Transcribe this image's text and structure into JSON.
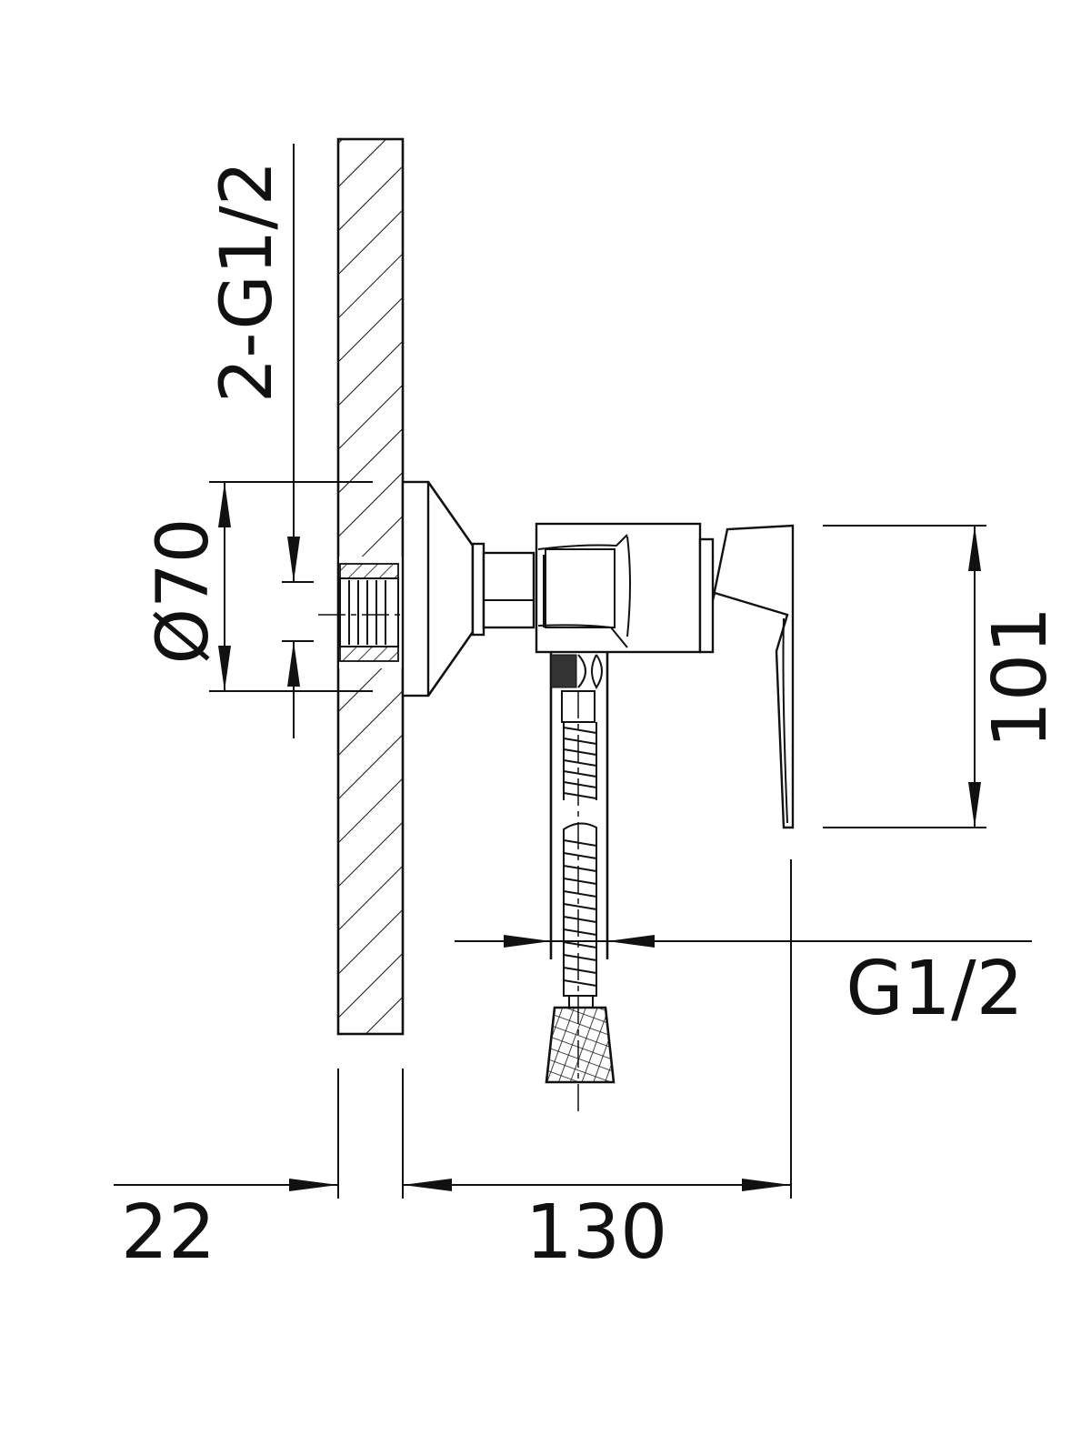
{
  "drawing": {
    "title": "Concealed single-lever shower mixer with hose - side section",
    "dimensions": {
      "inlet_thread": "2-G1/2",
      "flange_diameter": "Ø70",
      "lever_height": "101",
      "outlet_thread": "G1/2",
      "wall_thickness": "22",
      "projection": "130"
    },
    "colors": {
      "line": "#111111",
      "background": "#ffffff"
    }
  }
}
